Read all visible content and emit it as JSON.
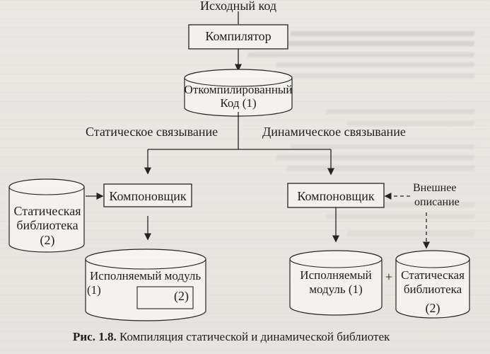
{
  "diagram": {
    "source_code": "Исходный код",
    "compiler": "Компилятор",
    "compiled_code_line1": "Откомпилированный",
    "compiled_code_line2": "Код (1)",
    "static_linking": "Статическое связывание",
    "dynamic_linking": "Динамическое связывание",
    "linker_left": "Компоновщик",
    "linker_right": "Компоновщик",
    "static_library_left_line1": "Статическая",
    "static_library_left_line2": "библиотека",
    "static_library_left_line3": "(2)",
    "executable_left_line1": "Исполняемый модуль",
    "executable_left_marker1": "(1)",
    "executable_left_marker2": "(2)",
    "external_description_line1": "Внешнее",
    "external_description_line2": "описание",
    "executable_right_line1": "Исполняемый",
    "executable_right_line2": "модуль (1)",
    "plus": "+",
    "static_library_right_line1": "Статическая",
    "static_library_right_line2": "библиотека",
    "static_library_right_line3": "(2)"
  },
  "caption": {
    "figure": "Рис. 1.8.",
    "text": "Компиляция статической и динамической библиотек"
  }
}
